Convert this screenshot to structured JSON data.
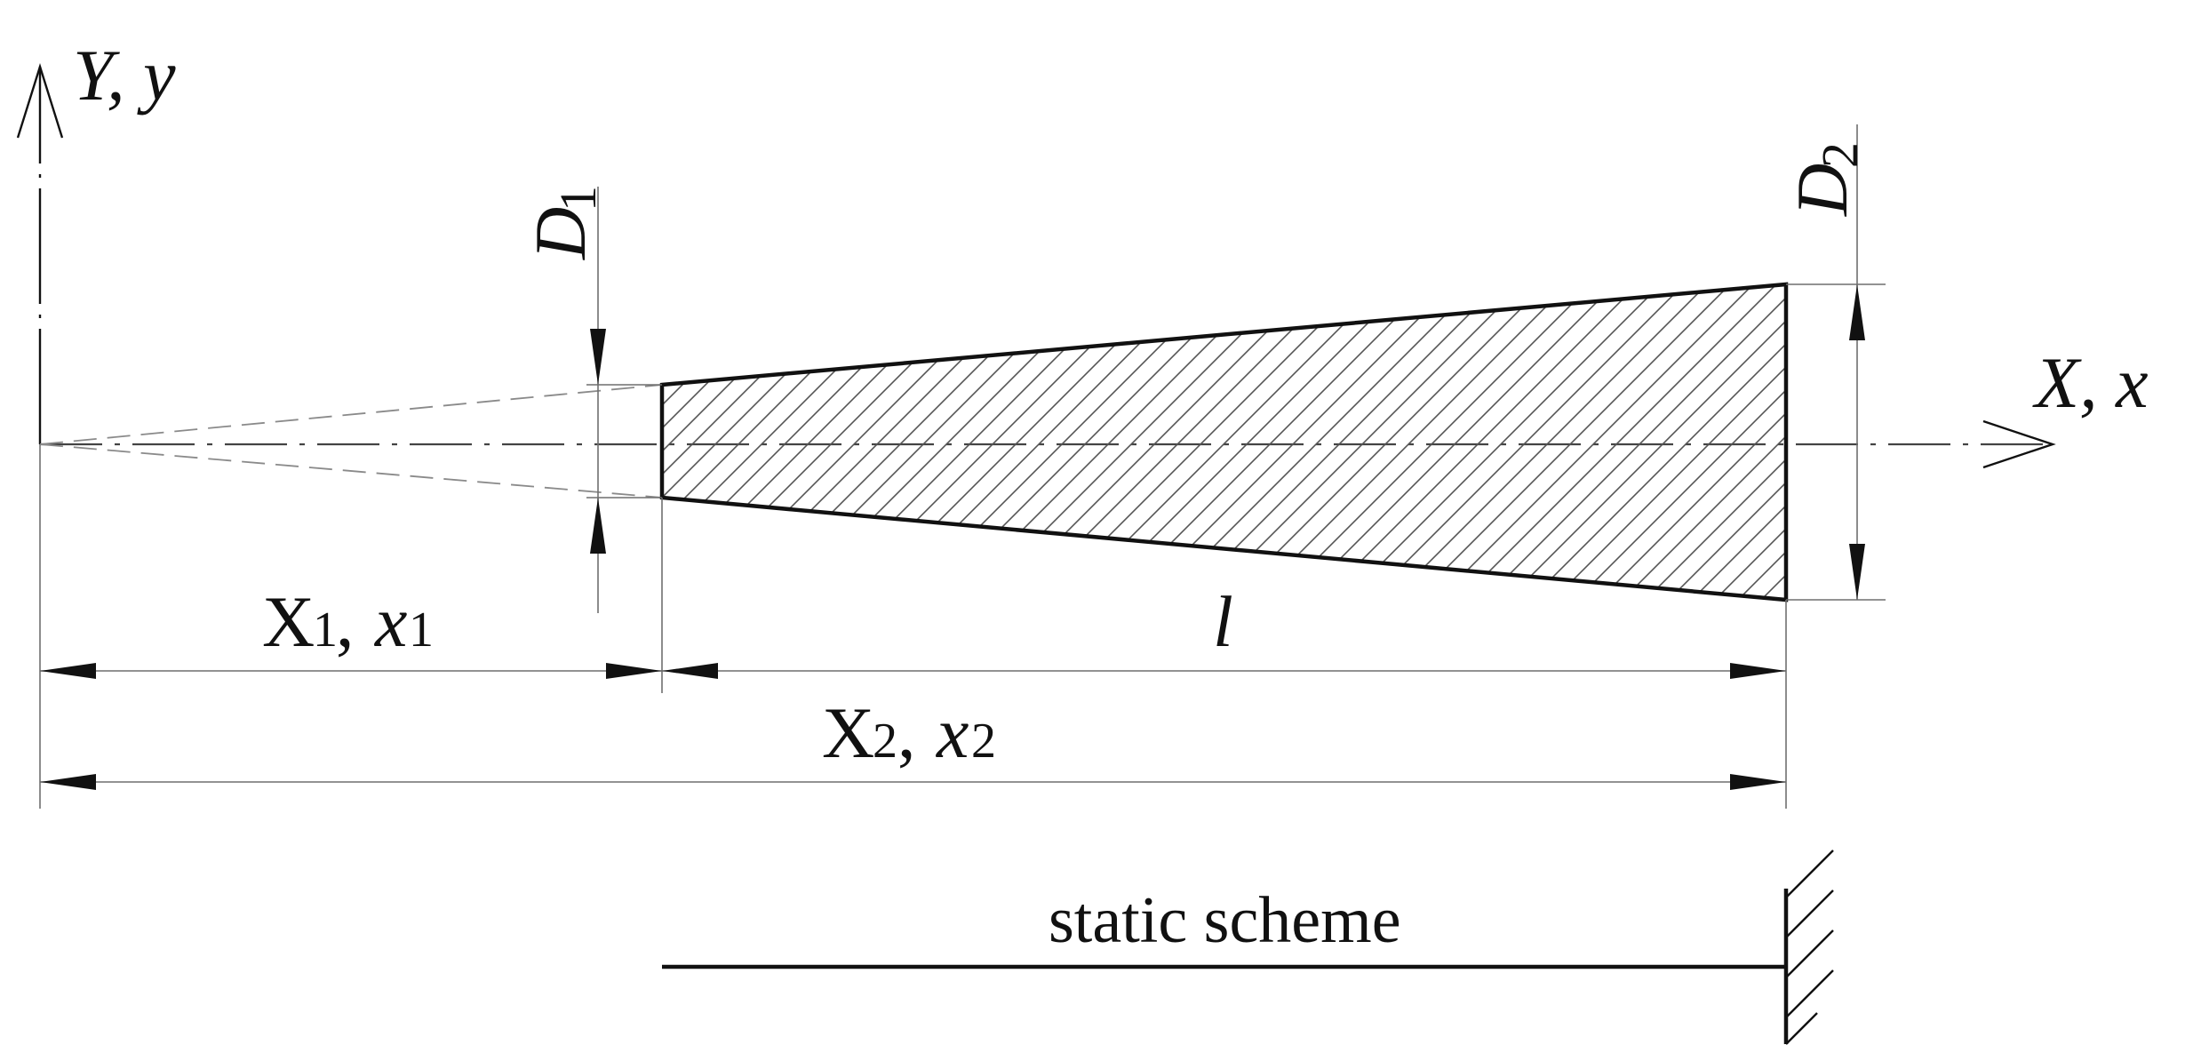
{
  "labels": {
    "y_axis": "Y, y",
    "x_axis": "X, x",
    "d1": "D",
    "d1_sub": "1",
    "d2": "D",
    "d2_sub": "2",
    "x1_upper": "X",
    "x1_upper_sub": "1",
    "x1_lower": "x",
    "x1_lower_sub": "1",
    "x2_upper": "X",
    "x2_upper_sub": "2",
    "x2_lower": "x",
    "x2_lower_sub": "2",
    "length": "l",
    "static_scheme": "static scheme"
  }
}
